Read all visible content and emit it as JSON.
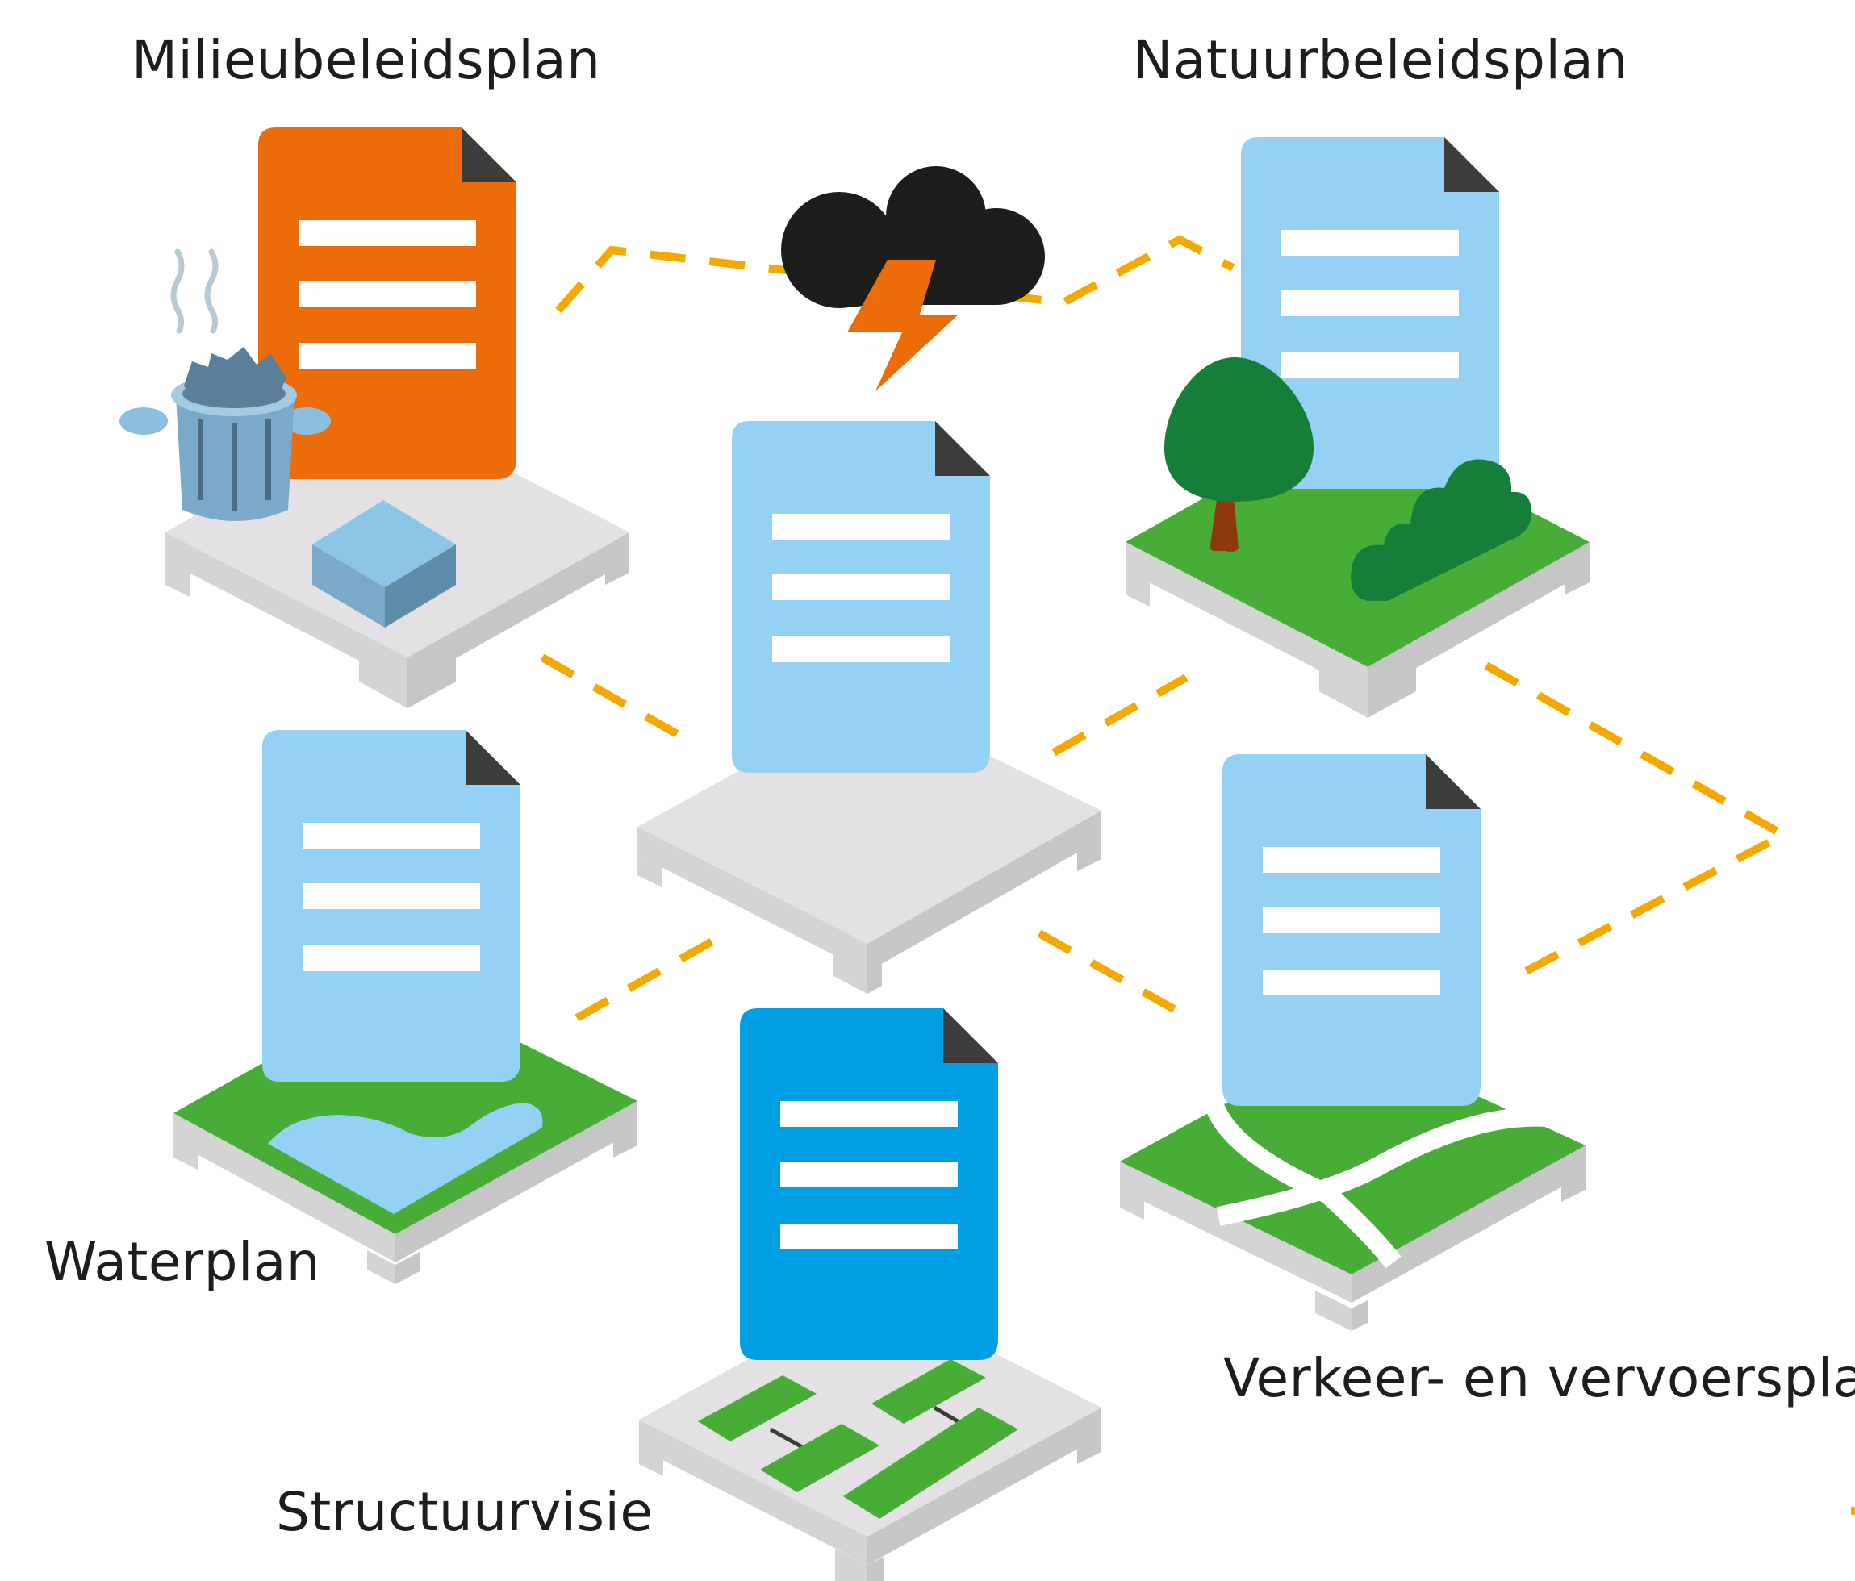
{
  "labels": {
    "milieubeleidsplan": "Milieubeleidsplan",
    "natuurbeleidsplan": "Natuurbeleidsplan",
    "waterplan": "Waterplan",
    "structuurvisie": "Structuurvisie",
    "verkeer": "Verkeer- en vervoersplan"
  },
  "colors": {
    "connector": "#f5a800",
    "doc_orange": "#ec6c09",
    "doc_light_blue": "#94d1f4",
    "doc_blue": "#009fe3",
    "doc_corner": "#3c3c3b",
    "platform_top": "#e3e1e3",
    "platform_side": "#c6c6c6",
    "platform_foot": "#d4d4d4",
    "grass": "#47ad36",
    "tree": "#157f3a",
    "trunk": "#8b3a0f",
    "water": "#94d1f4",
    "cloud": "#1d1d1b",
    "bin": "#7aa9c9"
  },
  "icons": {
    "document": "document-icon",
    "cloud": "storm-cloud-icon",
    "lightning": "lightning-icon",
    "trash_bin": "trash-bin-icon",
    "box": "box-icon",
    "tree": "tree-icon",
    "bush": "bush-icon",
    "pond": "pond-icon",
    "road": "road-icon",
    "zoning": "zoning-blocks-icon"
  }
}
